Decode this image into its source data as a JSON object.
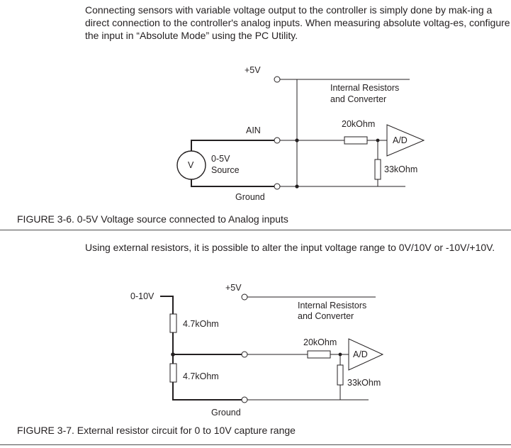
{
  "intro_paragraph": "Connecting sensors with variable voltage output to the controller is simply done by mak-ing a direct connection to the controller's analog inputs. When measuring absolute voltag-es, configure the input in “Absolute Mode” using the PC Utility.",
  "figure_1": {
    "caption": "FIGURE 3-6. 0-5V Voltage source connected to Analog inputs",
    "labels": {
      "supply": "+5V",
      "block": [
        "Internal Resistors",
        "and Converter"
      ],
      "input": "AIN",
      "source_symbol": "V",
      "source": [
        "0-5V",
        "Source"
      ],
      "series_resistor": "20kOhm",
      "shunt_resistor": "33kOhm",
      "converter": "A/D",
      "ground": "Ground"
    }
  },
  "mid_paragraph": "Using external resistors, it is possible to alter the input voltage range to 0V/10V or -10V/+10V.",
  "figure_2": {
    "caption": "FIGURE 3-7. External resistor circuit for 0 to 10V capture range",
    "labels": {
      "input_range": "0-10V",
      "supply": "+5V",
      "block": [
        "Internal Resistors",
        "and Converter"
      ],
      "upper_resistor": "4.7kOhm",
      "lower_resistor": "4.7kOhm",
      "series_resistor": "20kOhm",
      "shunt_resistor": "33kOhm",
      "converter": "A/D",
      "ground": "Ground"
    }
  }
}
